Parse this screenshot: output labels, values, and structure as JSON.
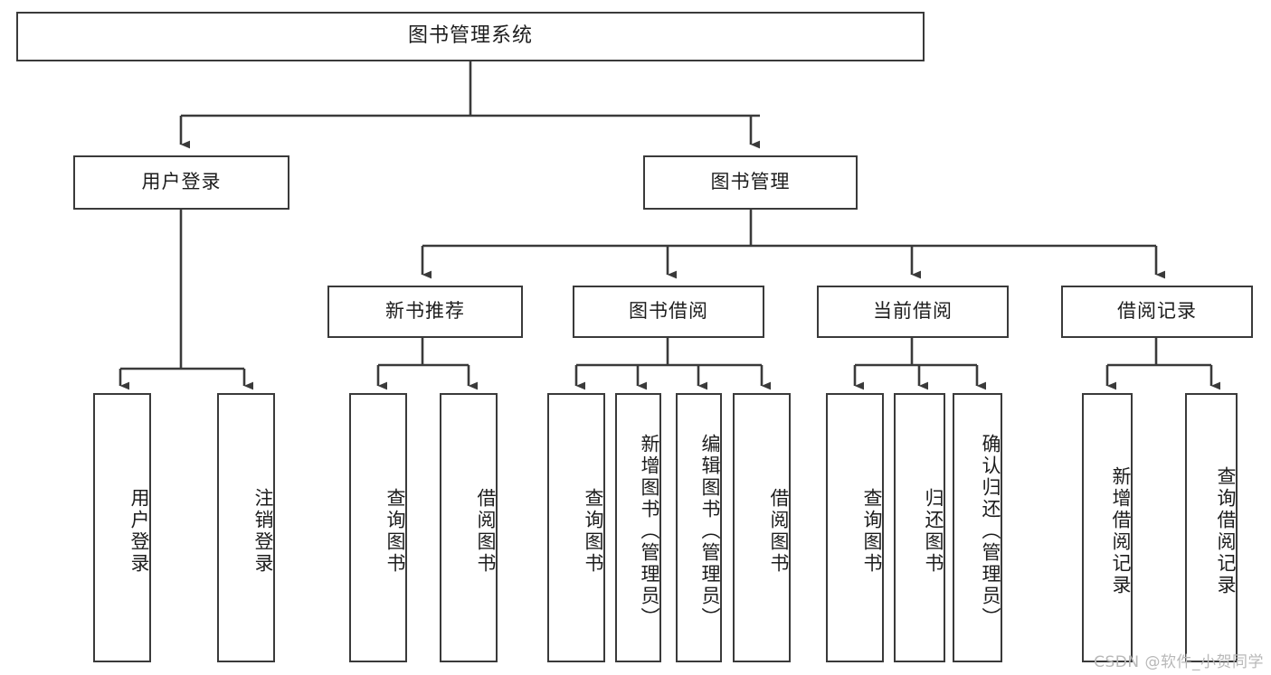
{
  "diagram": {
    "title": "图书管理系统",
    "watermark": "CSDN @软件_小贺同学",
    "line_color": "#3a3a3a",
    "background": "#ffffff",
    "text_color": "#1d1d1d",
    "watermark_color": "#b8b8b8",
    "root": {
      "label": "图书管理系统"
    },
    "level1": [
      {
        "label": "用户登录"
      },
      {
        "label": "图书管理"
      }
    ],
    "level2": [
      {
        "label": "新书推荐"
      },
      {
        "label": "图书借阅"
      },
      {
        "label": "当前借阅"
      },
      {
        "label": "借阅记录"
      }
    ],
    "leaves": {
      "user_login": [
        {
          "label": "用户登录"
        },
        {
          "label": "注销登录"
        }
      ],
      "new_book_recommend": [
        {
          "label": "查询图书"
        },
        {
          "label": "借阅图书"
        }
      ],
      "book_borrow": [
        {
          "label": "查询图书"
        },
        {
          "label": "新增图书（管理员）"
        },
        {
          "label": "编辑图书（管理员）"
        },
        {
          "label": "借阅图书"
        }
      ],
      "current_borrow": [
        {
          "label": "查询图书"
        },
        {
          "label": "归还图书"
        },
        {
          "label": "确认归还（管理员）"
        }
      ],
      "borrow_record": [
        {
          "label": "新增借阅记录"
        },
        {
          "label": "查询借阅记录"
        }
      ]
    }
  }
}
